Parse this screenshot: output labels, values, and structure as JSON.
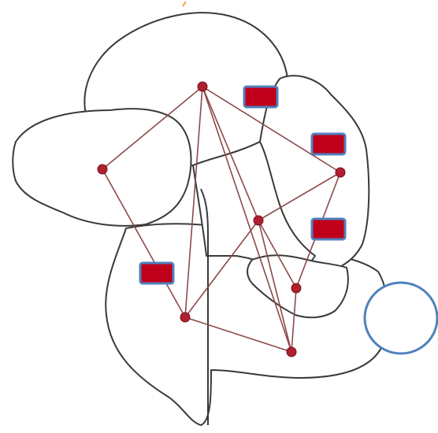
{
  "diagram": {
    "description_items": {
      "vertices": [
        "top",
        "left",
        "center",
        "right",
        "lower-left",
        "bottom",
        "lower-right"
      ],
      "edges": [
        [
          "top",
          "left"
        ],
        [
          "top",
          "lower-left"
        ],
        [
          "top",
          "center"
        ],
        [
          "top",
          "bottom"
        ],
        [
          "top",
          "right"
        ],
        [
          "left",
          "lower-left"
        ],
        [
          "right",
          "center"
        ],
        [
          "right",
          "lower-right"
        ],
        [
          "center",
          "lower-left"
        ],
        [
          "center",
          "bottom"
        ],
        [
          "center",
          "lower-right"
        ],
        [
          "lower-left",
          "bottom"
        ],
        [
          "lower-right",
          "bottom"
        ]
      ],
      "label_boxes": [
        "label-box-1",
        "label-box-2",
        "label-box-3",
        "label-box-4"
      ]
    },
    "colors": {
      "outline": "#3a3a3a",
      "edge": "#8c4a4a",
      "vertex": "#b0202e",
      "label_box_fill": "#c0001a",
      "label_box_border": "#4f81bd",
      "circle_border": "#4f81bd"
    }
  }
}
